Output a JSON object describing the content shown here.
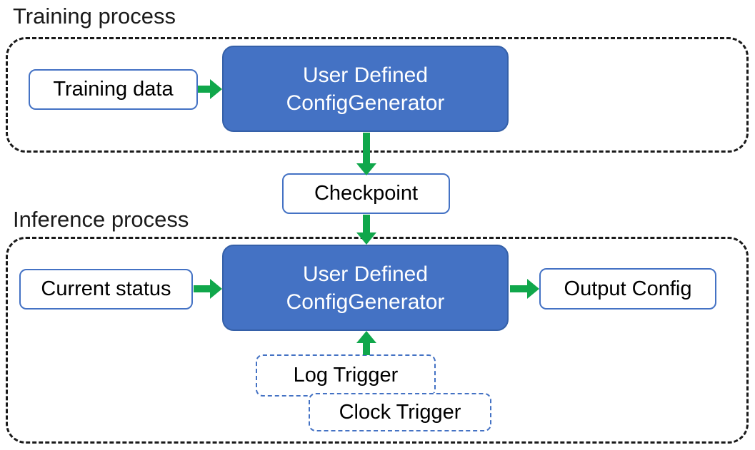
{
  "colors": {
    "accent_blue": "#4472C4",
    "blue_border": "#3560A8",
    "outline_border": "#4472C4",
    "arrow_green": "#10A74B",
    "container_dash": "#1A1A1A",
    "text_dark": "#000000",
    "generator_text": "#FFFFFF",
    "box_fill": "#FFFFFF"
  },
  "training": {
    "title": "Training process",
    "input_box": "Training data",
    "generator_line1": "User Defined",
    "generator_line2": "ConfigGenerator"
  },
  "checkpoint": {
    "label": "Checkpoint"
  },
  "inference": {
    "title": "Inference process",
    "input_box": "Current status",
    "generator_line1": "User Defined",
    "generator_line2": "ConfigGenerator",
    "output_box": "Output Config",
    "log_trigger": "Log Trigger",
    "clock_trigger": "Clock Trigger"
  }
}
